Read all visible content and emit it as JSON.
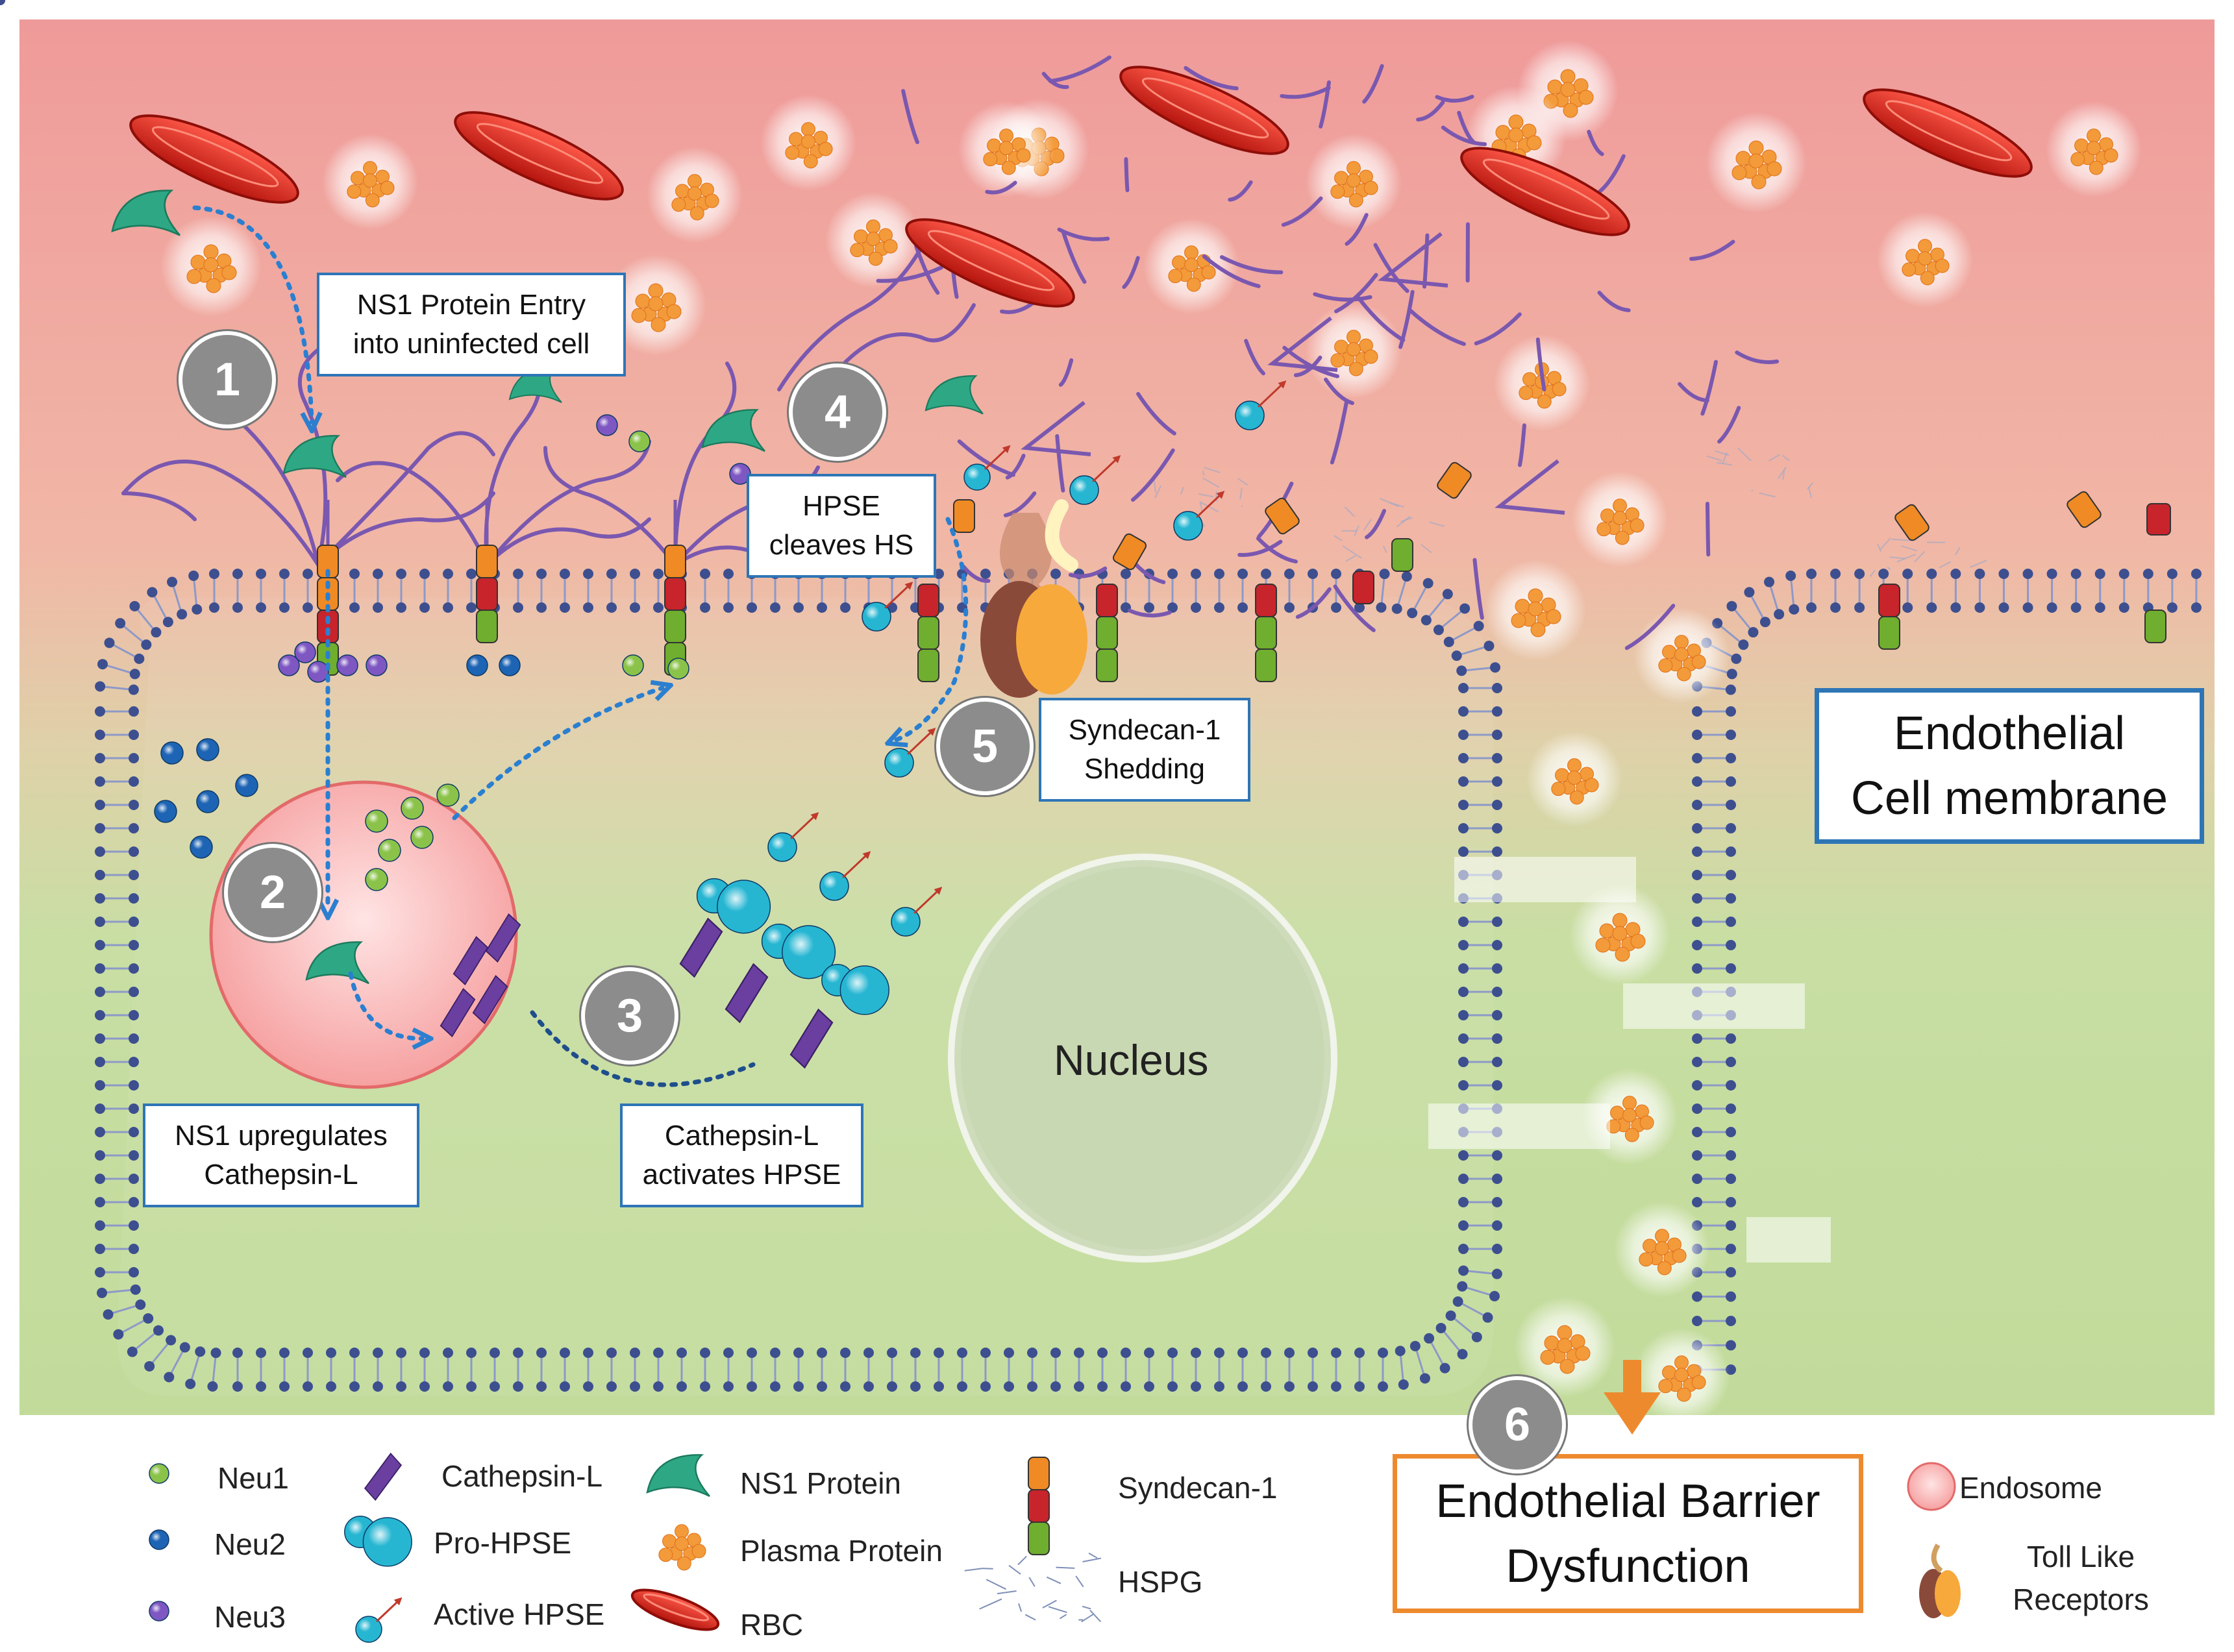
{
  "steps": [
    {
      "number": "1",
      "label": "NS1 Protein Entry\ninto uninfected cell"
    },
    {
      "number": "2",
      "label": "NS1 upregulates\nCathepsin-L"
    },
    {
      "number": "3",
      "label": "Cathepsin-L\nactivates HPSE"
    },
    {
      "number": "4",
      "label": "HPSE\ncleaves HS"
    },
    {
      "number": "5",
      "label": "Syndecan-1\nShedding"
    },
    {
      "number": "6",
      "label": "Endothelial Barrier\nDysfunction"
    }
  ],
  "nucleus_label": "Nucleus",
  "membrane_label": "Endothelial\nCell membrane",
  "legend": {
    "neu1": "Neu1",
    "neu2": "Neu2",
    "neu3": "Neu3",
    "cathepsin_l": "Cathepsin-L",
    "pro_hpse": "Pro-HPSE",
    "active_hpse": "Active HPSE",
    "ns1": "NS1 Protein",
    "plasma_protein": "Plasma Protein",
    "rbc": "RBC",
    "syndecan": "Syndecan-1",
    "hspg": "HSPG",
    "endosome": "Endosome",
    "tlr": "Toll Like\nReceptors"
  },
  "colors": {
    "blood_top": "#ef9a9a",
    "cell_green": "#c5dea0",
    "membrane_dots": "#3d4f8f",
    "hs_chain": "#7a58b0",
    "label_border": "#2e75b6",
    "barrier_border": "#ed8a2e",
    "rbc": "#d93025",
    "neu1": "#8bc34a",
    "neu2": "#1e64b4",
    "neu3": "#7e57c2",
    "hpse": "#26b6d2",
    "plasma": "#f39a3a",
    "ns1": "#2ea884",
    "badge": "#8c8c8c"
  }
}
